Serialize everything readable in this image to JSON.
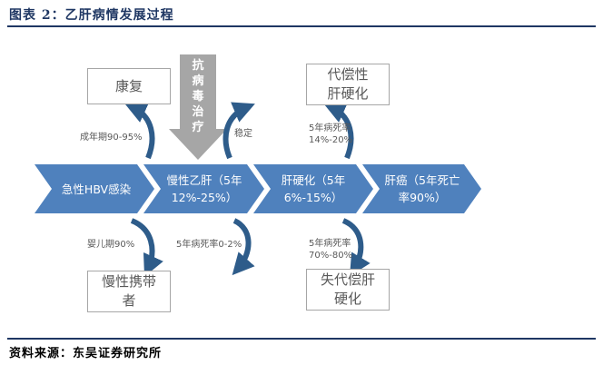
{
  "figure": {
    "title": "图表 2：乙肝病情发展过程",
    "source": "资料来源：东吴证券研究所"
  },
  "stages": [
    {
      "label": "急性HBV感染"
    },
    {
      "label": "慢性乙肝（5年12%-25%）"
    },
    {
      "label": "肝硬化（5年6%-15%）"
    },
    {
      "label": "肝癌（5年死亡率90%）"
    }
  ],
  "boxes": {
    "recovery": "康复",
    "compensated_cirrhosis": "代偿性肝硬化",
    "chronic_carrier": "慢性携带者",
    "decompensated_cirrhosis": "失代偿肝硬化"
  },
  "treatment": {
    "chars": [
      "抗",
      "病",
      "毒",
      "治",
      "疗"
    ]
  },
  "annotations": {
    "adult": "成年期90-95%",
    "stable": "稳定",
    "comp_rate_line1": "5年病死率",
    "comp_rate_line2": "14%-20%",
    "infant": "婴儿期90%",
    "chronic_death": "5年病死率0-2%",
    "decomp_rate_line1": "5年病死率",
    "decomp_rate_line2": "70%-80%"
  },
  "colors": {
    "chevron": "#4f81bd",
    "arrow": "#2e5c8a",
    "treatment_arrow": "#a6a6a6",
    "box_border": "#a6a6a6",
    "title": "#1f3763"
  }
}
